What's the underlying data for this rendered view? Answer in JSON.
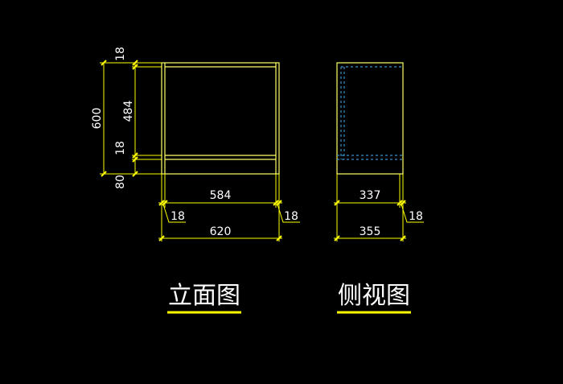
{
  "elevation_view": {
    "title": "立面图",
    "dims": {
      "total_height": "600",
      "top_board": "18",
      "opening_height": "484",
      "bottom_board": "18",
      "plinth": "80",
      "inner_width": "584",
      "left_side": "18",
      "right_side": "18",
      "total_width": "620"
    }
  },
  "side_view": {
    "title": "侧视图",
    "dims": {
      "inner_depth": "337",
      "back_board": "18",
      "total_depth": "355"
    }
  },
  "colors": {
    "background": "#000000",
    "outline": "#ffff66",
    "dimension_line": "#ffff00",
    "hidden_line": "#3a8fc8",
    "text": "#ffffff",
    "title_underline": "#ffff00"
  }
}
